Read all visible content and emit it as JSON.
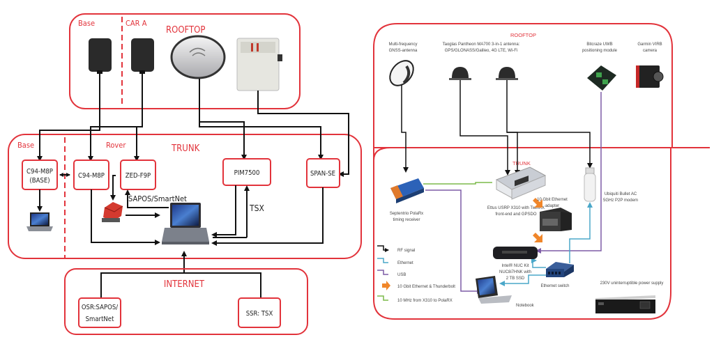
{
  "left_diagram": {
    "rooftop": {
      "title": "ROOFTOP",
      "base_label": "Base",
      "car_label": "CAR A"
    },
    "trunk": {
      "title": "TRUNK",
      "base_label": "Base",
      "rover_label": "Rover",
      "boxes": {
        "base_receiver": [
          "C94-M8P",
          "(BASE)"
        ],
        "rover_receiver": "C94-M8P",
        "zed": "ZED-F9P",
        "pim": "PIM7500",
        "span": "SPAN-SE"
      },
      "sapos_label": "SAPOS/SmartNet",
      "tsx_label": "TSX"
    },
    "internet": {
      "title": "INTERNET",
      "osr": [
        "OSR:SAPOS/",
        "SmartNet"
      ],
      "ssr": "SSR: TSX"
    }
  },
  "right_diagram": {
    "rooftop": {
      "title": "ROOFTOP",
      "gnss_antenna": [
        "Multi-frequency",
        "GNSS-antenna"
      ],
      "taoglas": [
        "Taoglas Pantheon MA700 3-in-1 antenna:",
        "GPS/GLONASS/Galileo, 4G LTE, Wi-Fi"
      ],
      "bitcraze": [
        "Bitcraze UWB",
        "positioning module"
      ],
      "garmin": [
        "Garmin VIRB",
        "camera"
      ]
    },
    "trunk": {
      "title": "TRUNK",
      "septentrio": [
        "Septentrio PolaRx",
        "timing receiver"
      ],
      "ettus": [
        "Ettus USRP X310 with TwinRX",
        "front-end and GPSDO"
      ],
      "adapter": [
        "10 Gbit Ethernet",
        "adapter"
      ],
      "ubiquiti": [
        "Ubiquiti Bullet AC",
        "5GHz P2P modem"
      ],
      "nuc": [
        "Intel® NUC Kit",
        "NUC8i7HNK with",
        "2 TB SSD"
      ],
      "switch": "Ethernet switch",
      "notebook": "Notebook",
      "ups": "230V uninterruptible power supply"
    },
    "legend": [
      {
        "label": "RF signal",
        "color": "#111111"
      },
      {
        "label": "Ethernet",
        "color": "#4aa7c9"
      },
      {
        "label": "USB",
        "color": "#7d5ca6"
      },
      {
        "label": "10 Gbit Ethernet & Thunderbolt",
        "color": "#f0862a"
      },
      {
        "label": "10 MHz from X310 to PolaRX",
        "color": "#7cba4a"
      }
    ]
  },
  "colors": {
    "frame_red": "#e2333b",
    "rf": "#111111",
    "ethernet": "#4aa7c9",
    "usb": "#7d5ca6",
    "thunderbolt": "#f0862a",
    "ref10mhz": "#7cba4a"
  }
}
